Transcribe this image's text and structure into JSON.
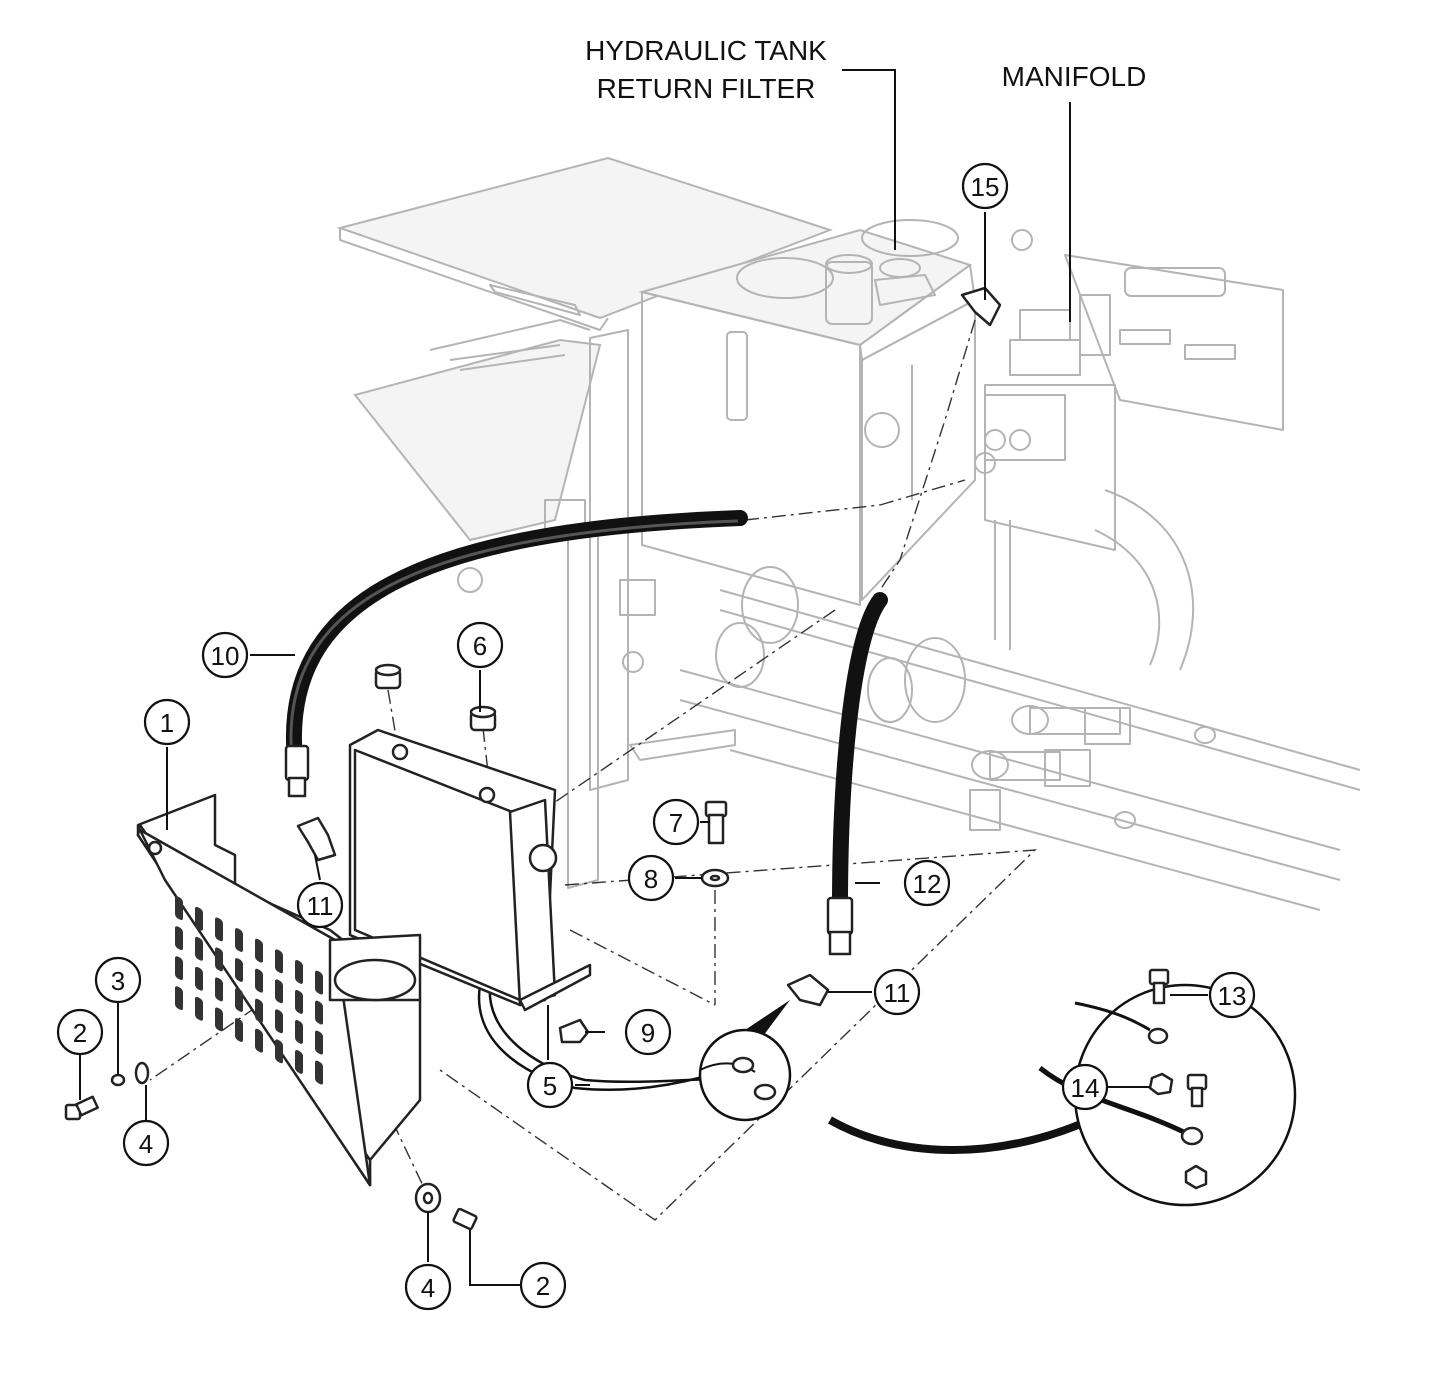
{
  "labels": {
    "hydraulic_tank_line1": "HYDRAULIC TANK",
    "hydraulic_tank_line2": "RETURN FILTER",
    "manifold": "MANIFOLD"
  },
  "callouts": {
    "c1": "1",
    "c2a": "2",
    "c2b": "2",
    "c3": "3",
    "c4a": "4",
    "c4b": "4",
    "c5": "5",
    "c6": "6",
    "c7": "7",
    "c8": "8",
    "c9": "9",
    "c10": "10",
    "c11a": "11",
    "c11b": "11",
    "c12": "12",
    "c13": "13",
    "c14": "14",
    "c15": "15"
  }
}
